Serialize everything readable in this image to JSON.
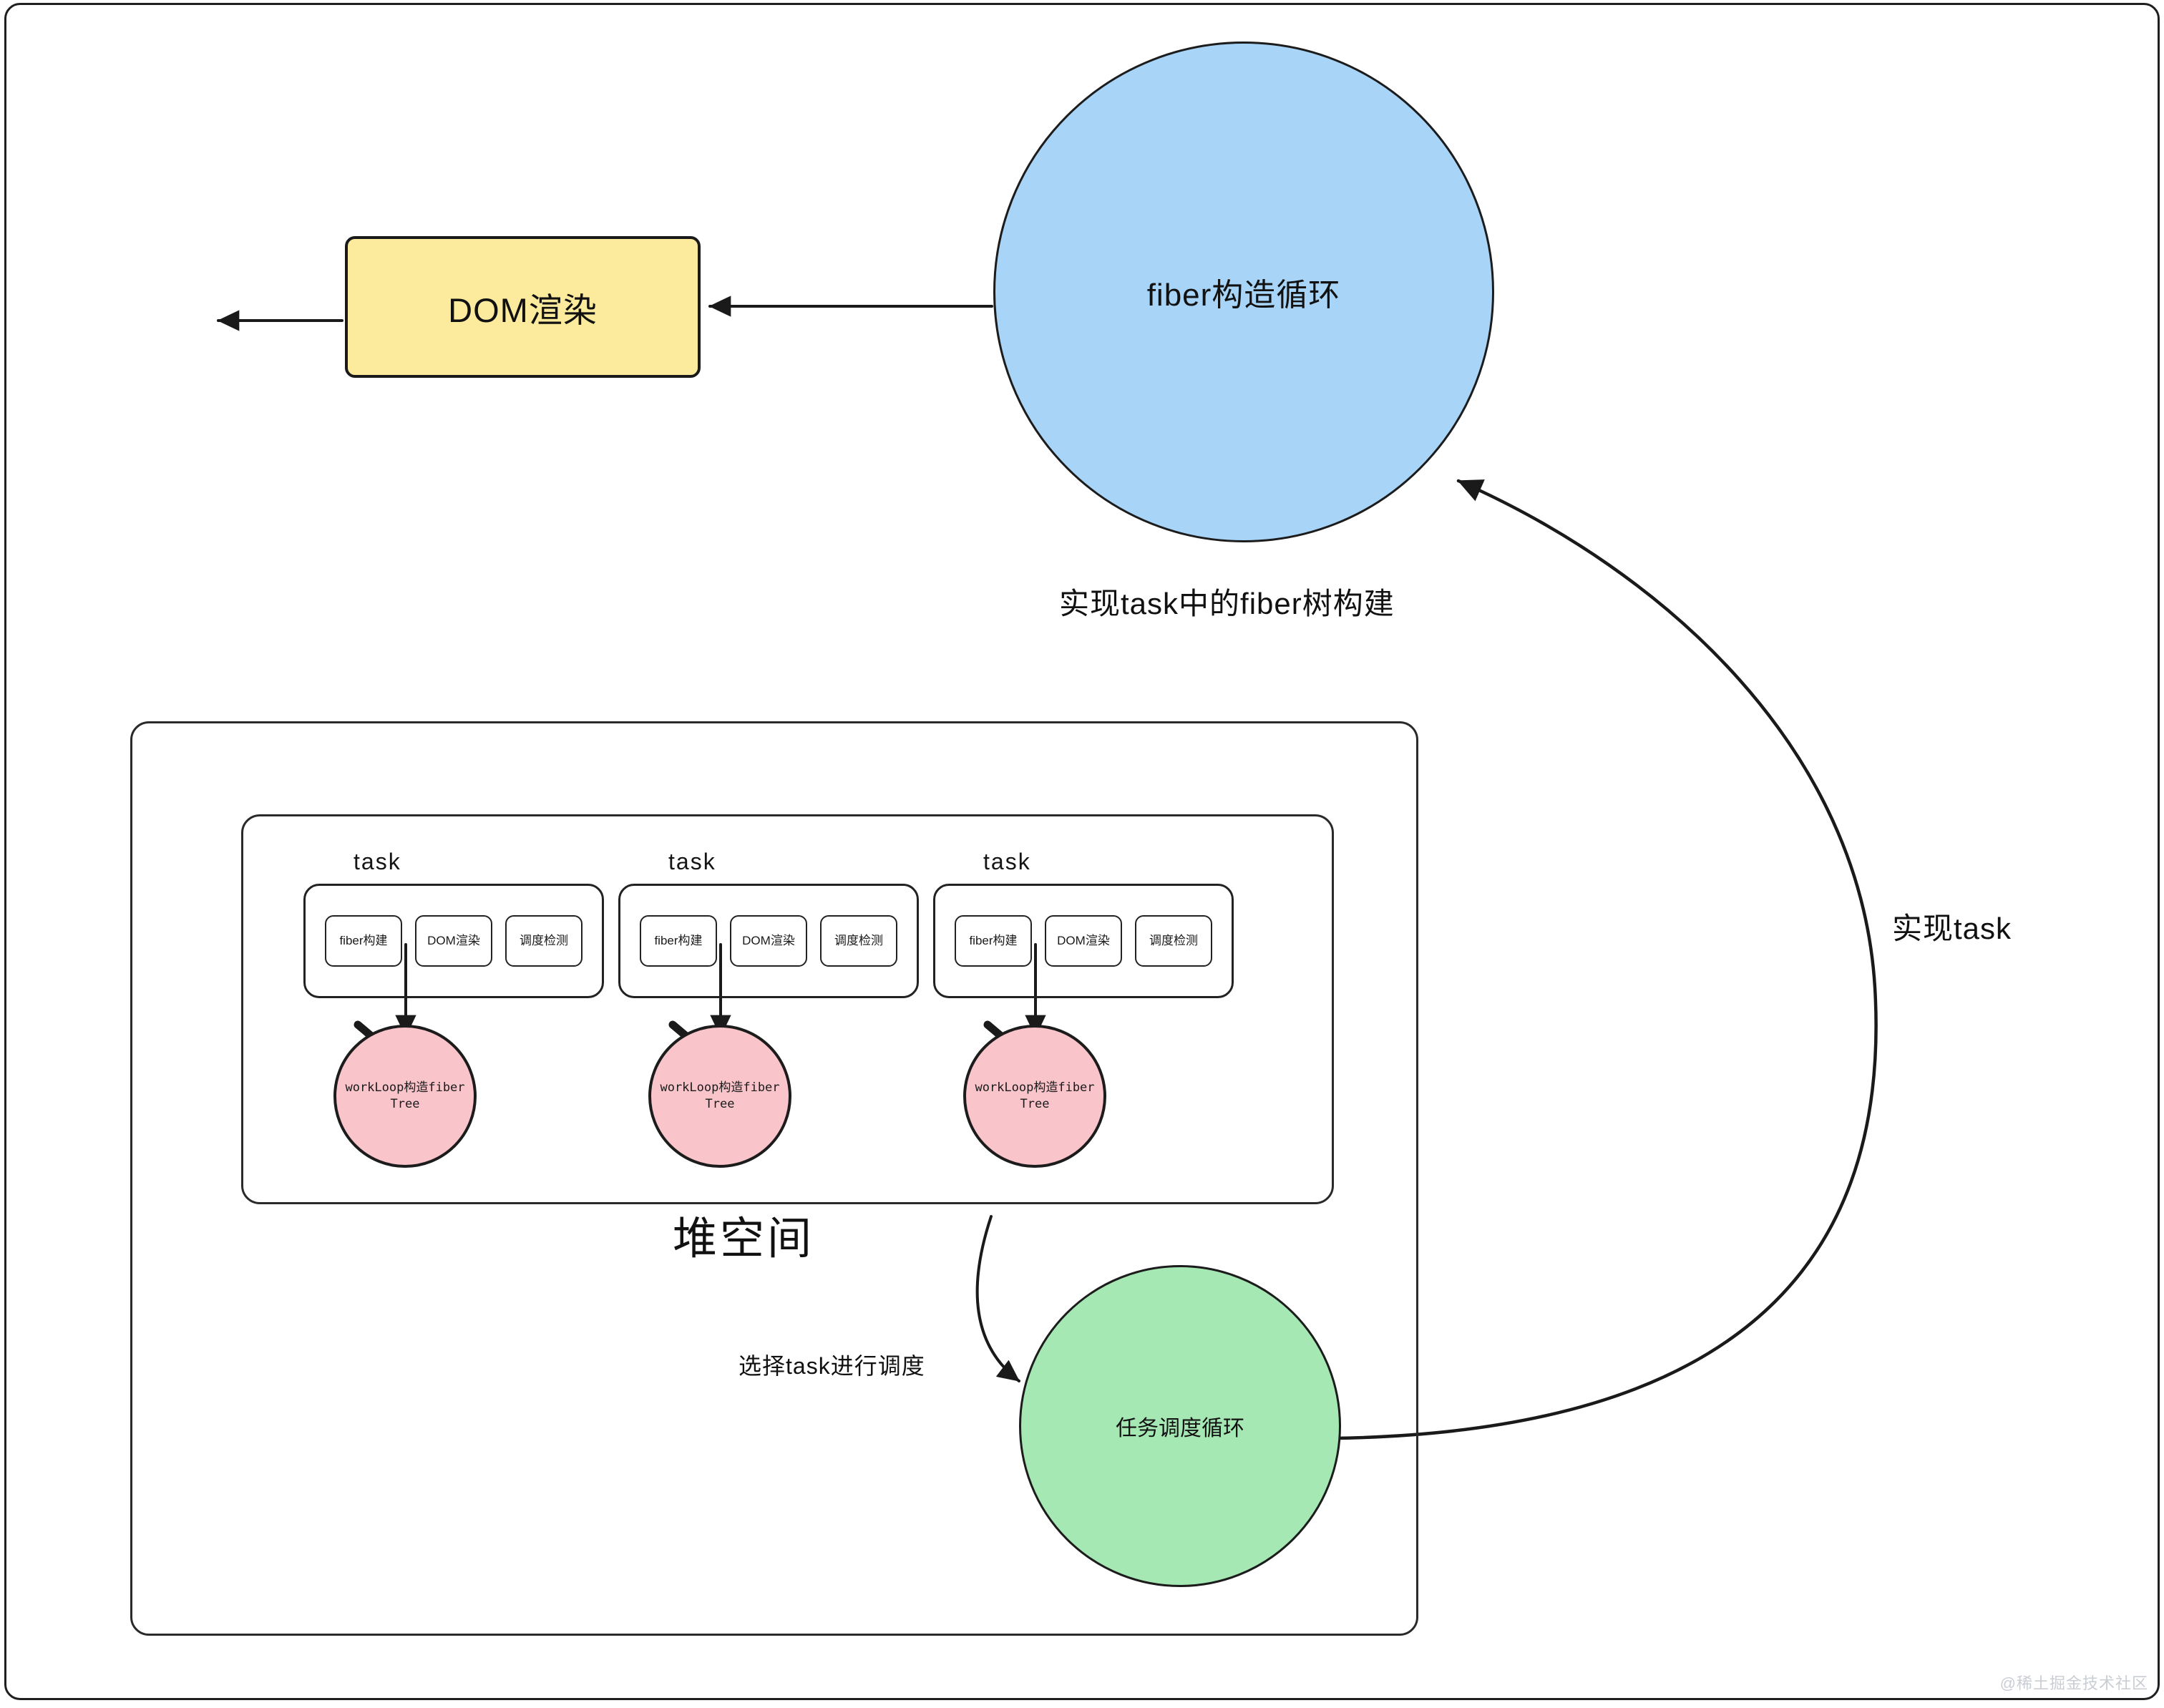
{
  "diagram": {
    "title_watermark": "@稀土掘金技术社区",
    "dom_render_box": {
      "label": "DOM渲染"
    },
    "fiber_circle": {
      "label": "fiber构造循环"
    },
    "scheduler_circle": {
      "label": "任务调度循环"
    },
    "heap_label": "堆空间",
    "edge_labels": {
      "fiber_tree_build": "实现task中的fiber树构建",
      "implement_task": "实现task",
      "pick_task": "选择task进行调度"
    },
    "tasks": [
      {
        "label": "task",
        "chips": [
          "fiber构建",
          "DOM渲染",
          "调度检测"
        ],
        "workloop": "workLoop构造fiber\nTree"
      },
      {
        "label": "task",
        "chips": [
          "fiber构建",
          "DOM渲染",
          "调度检测"
        ],
        "workloop": "workLoop构造fiber\nTree"
      },
      {
        "label": "task",
        "chips": [
          "fiber构建",
          "DOM渲染",
          "调度检测"
        ],
        "workloop": "workLoop构造fiber\nTree"
      }
    ],
    "colors": {
      "dom_box_fill": "#fdeb9d",
      "fiber_circle_fill": "#a8d4f7",
      "scheduler_circle_fill": "#a5e8b4",
      "workloop_circle_fill": "#fac4cb",
      "stroke": "#1c1c1c",
      "watermark": "#c9cdd4"
    }
  }
}
